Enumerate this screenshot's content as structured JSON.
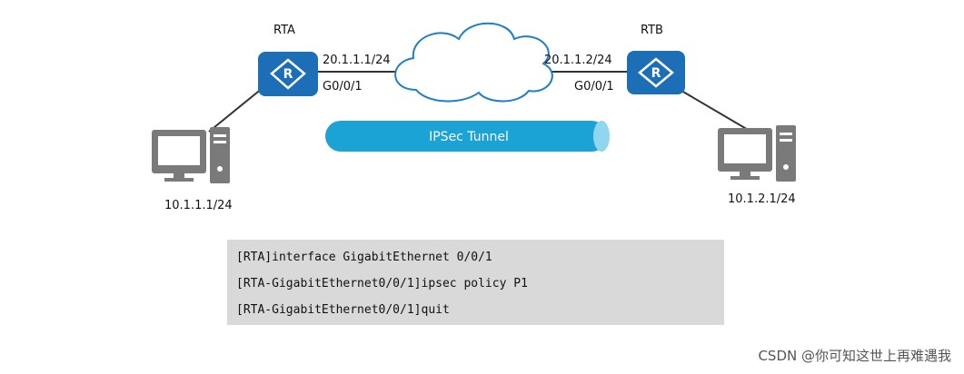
{
  "routers": {
    "rta": {
      "name": "RTA",
      "ip": "20.1.1.1/24",
      "interface": "G0/0/1"
    },
    "rtb": {
      "name": "RTB",
      "ip": "20.1.1.2/24",
      "interface": "G0/0/1"
    }
  },
  "hosts": {
    "left_ip": "10.1.1.1/24",
    "right_ip": "10.1.2.1/24"
  },
  "tunnel": {
    "label": "IPSec Tunnel"
  },
  "commands": [
    "[RTA]interface GigabitEthernet 0/0/1",
    "[RTA-GigabitEthernet0/0/1]ipsec policy P1",
    "[RTA-GigabitEthernet0/0/1]quit"
  ],
  "watermark": "CSDN @你可知这世上再难遇我",
  "colors": {
    "router": "#1c6fb6",
    "tunnel": "#1aa3d4",
    "tunnel_end": "#8fd6ee",
    "pc": "#7a7a7a",
    "command_bg": "#d9d9d9"
  }
}
